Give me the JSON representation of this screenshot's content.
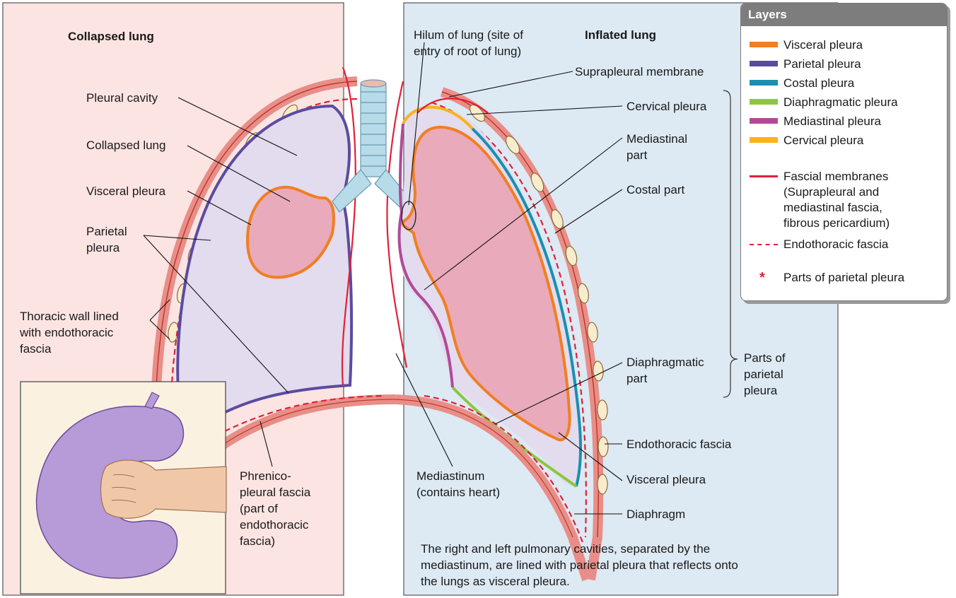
{
  "panels": {
    "collapsed_title": "Collapsed lung",
    "inflated_title": "Inflated lung"
  },
  "labels": {
    "pleural_cavity": "Pleural cavity",
    "collapsed_lung": "Collapsed lung",
    "visceral_pleura_left": "Visceral pleura",
    "parietal_pleura_1": "Parietal",
    "parietal_pleura_2": "pleura",
    "thoracic_1": "Thoracic wall lined",
    "thoracic_2": "with endothoracic",
    "thoracic_3": "fascia",
    "phrenico_1": "Phrenico-",
    "phrenico_2": "pleural fascia",
    "phrenico_3": "(part of",
    "phrenico_4": "endothoracic",
    "phrenico_5": "fascia)",
    "hilum_1": "Hilum of lung (site of",
    "hilum_2": "entry of root of lung)",
    "suprapleural": "Suprapleural membrane",
    "cervical_pleura": "Cervical pleura",
    "mediastinal_part_1": "Mediastinal",
    "mediastinal_part_2": "part",
    "costal_part": "Costal part",
    "diaphragmatic_part_1": "Diaphragmatic",
    "diaphragmatic_part_2": "part",
    "parts_parietal_1": "Parts of",
    "parts_parietal_2": "parietal",
    "parts_parietal_3": "pleura",
    "endothoracic_fascia": "Endothoracic fascia",
    "visceral_pleura_right": "Visceral pleura",
    "diaphragm": "Diaphragm",
    "mediastinum_1": "Mediastinum",
    "mediastinum_2": "(contains heart)",
    "caption_1": "The right and left pulmonary cavities, separated by the",
    "caption_2": "mediastinum, are lined with parietal pleura that reflects onto",
    "caption_3": "the lungs as visceral pleura."
  },
  "legend": {
    "title": "Layers",
    "items": [
      {
        "label": "Visceral pleura",
        "color": "#f07f22",
        "style": "bar"
      },
      {
        "label": "Parietal pleura",
        "color": "#5b4ba0",
        "style": "bar"
      },
      {
        "label": "Costal pleura",
        "color": "#1a8fb0",
        "style": "bar"
      },
      {
        "label": "Diaphragmatic pleura",
        "color": "#8cc63f",
        "style": "bar"
      },
      {
        "label": "Mediastinal pleura",
        "color": "#b04a98",
        "style": "bar"
      },
      {
        "label": "Cervical pleura",
        "color": "#fbb21b",
        "style": "bar"
      }
    ],
    "fascial_1": "Fascial membranes",
    "fascial_2": "(Suprapleural and",
    "fascial_3": "mediastinal fascia,",
    "fascial_4": "fibrous pericardium)",
    "fascial_color": "#e0203a",
    "endothoracic": "Endothoracic fascia",
    "asterisk": "*",
    "parts": "Parts of parietal pleura"
  }
}
